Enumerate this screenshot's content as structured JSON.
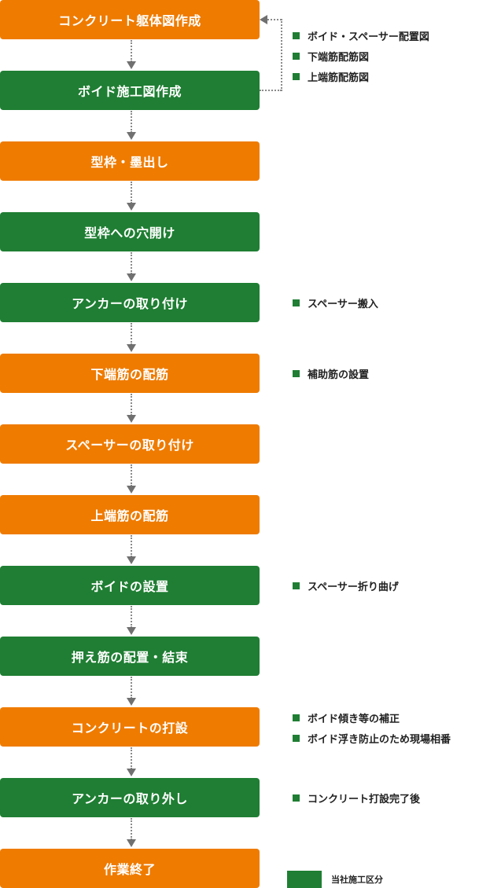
{
  "steps": [
    {
      "label": "コンクリート躯体図作成",
      "color": "orange"
    },
    {
      "label": "ボイド施工図作成",
      "color": "green"
    },
    {
      "label": "型枠・墨出し",
      "color": "orange"
    },
    {
      "label": "型枠への穴開け",
      "color": "green"
    },
    {
      "label": "アンカーの取り付け",
      "color": "green"
    },
    {
      "label": "下端筋の配筋",
      "color": "orange"
    },
    {
      "label": "スペーサーの取り付け",
      "color": "orange"
    },
    {
      "label": "上端筋の配筋",
      "color": "orange"
    },
    {
      "label": "ボイドの設置",
      "color": "green"
    },
    {
      "label": "押え筋の配置・結束",
      "color": "green"
    },
    {
      "label": "コンクリートの打設",
      "color": "orange"
    },
    {
      "label": "アンカーの取り外し",
      "color": "green"
    },
    {
      "label": "作業終了",
      "color": "orange"
    }
  ],
  "notes": {
    "plans": [
      "ボイド・スペーサー配置図",
      "下端筋配筋図",
      "上端筋配筋図"
    ],
    "anchor": [
      "スペーサー搬入"
    ],
    "lower_rebar": [
      "補助筋の設置"
    ],
    "void_set": [
      "スペーサー折り曲げ"
    ],
    "concrete": [
      "ボイド傾き等の補正",
      "ボイド浮き防止のため現場相番"
    ],
    "anchor_removal": [
      "コンクリート打設完了後"
    ]
  },
  "legend": {
    "label": "当社施工区分"
  },
  "colors": {
    "orange": "#ef7b00",
    "green": "#1f7e33",
    "arrow": "#707070"
  }
}
